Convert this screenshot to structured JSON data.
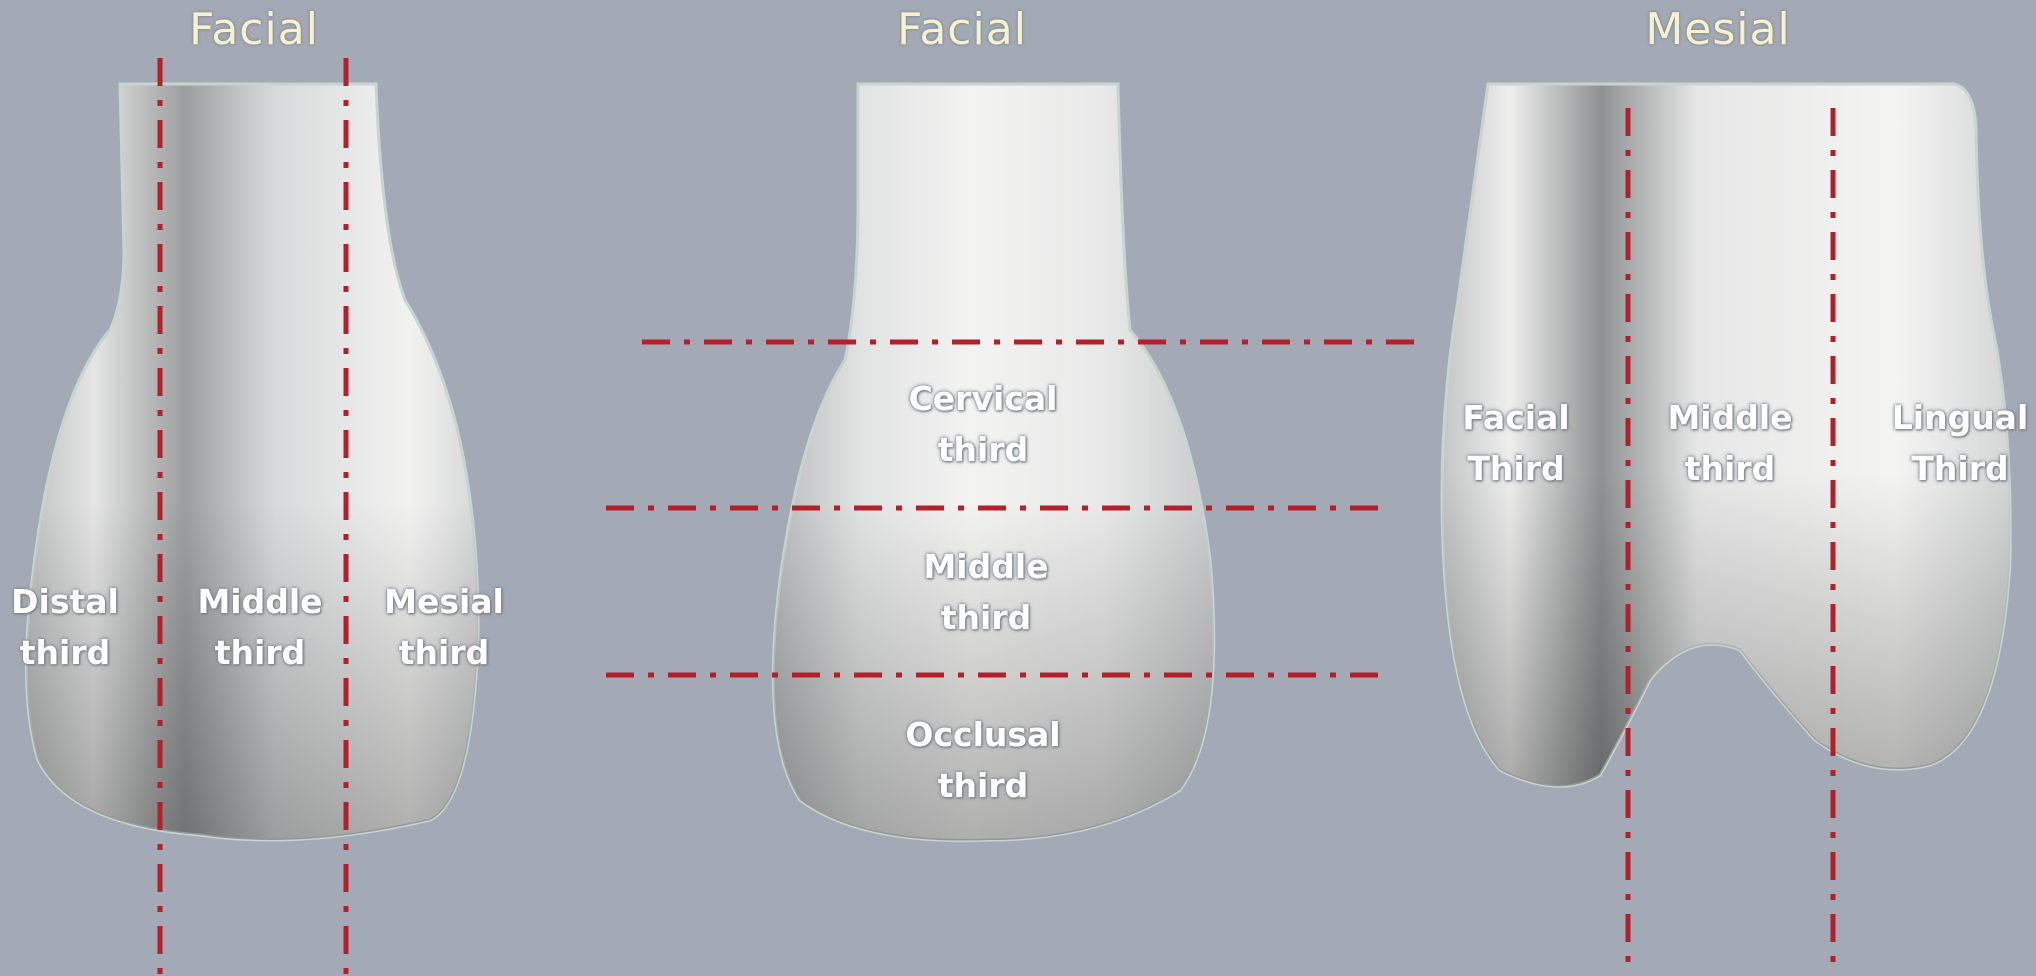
{
  "colors": {
    "background": "#a3aab5",
    "divider_line": "#b3202a",
    "title_text": "#f4f2cf",
    "label_text": "#ffffff"
  },
  "views": [
    {
      "title": "Facial",
      "orientation": "vertical-thirds",
      "regions": [
        "Distal\nthird",
        "Middle\nthird",
        "Mesial\nthird"
      ]
    },
    {
      "title": "Facial",
      "orientation": "horizontal-thirds",
      "regions": [
        "Cervical\nthird",
        "Middle\nthird",
        "Occlusal\nthird"
      ]
    },
    {
      "title": "Mesial",
      "orientation": "vertical-thirds",
      "regions": [
        "Facial\nThird",
        "Middle\nthird",
        "Lingual\nThird"
      ]
    }
  ]
}
